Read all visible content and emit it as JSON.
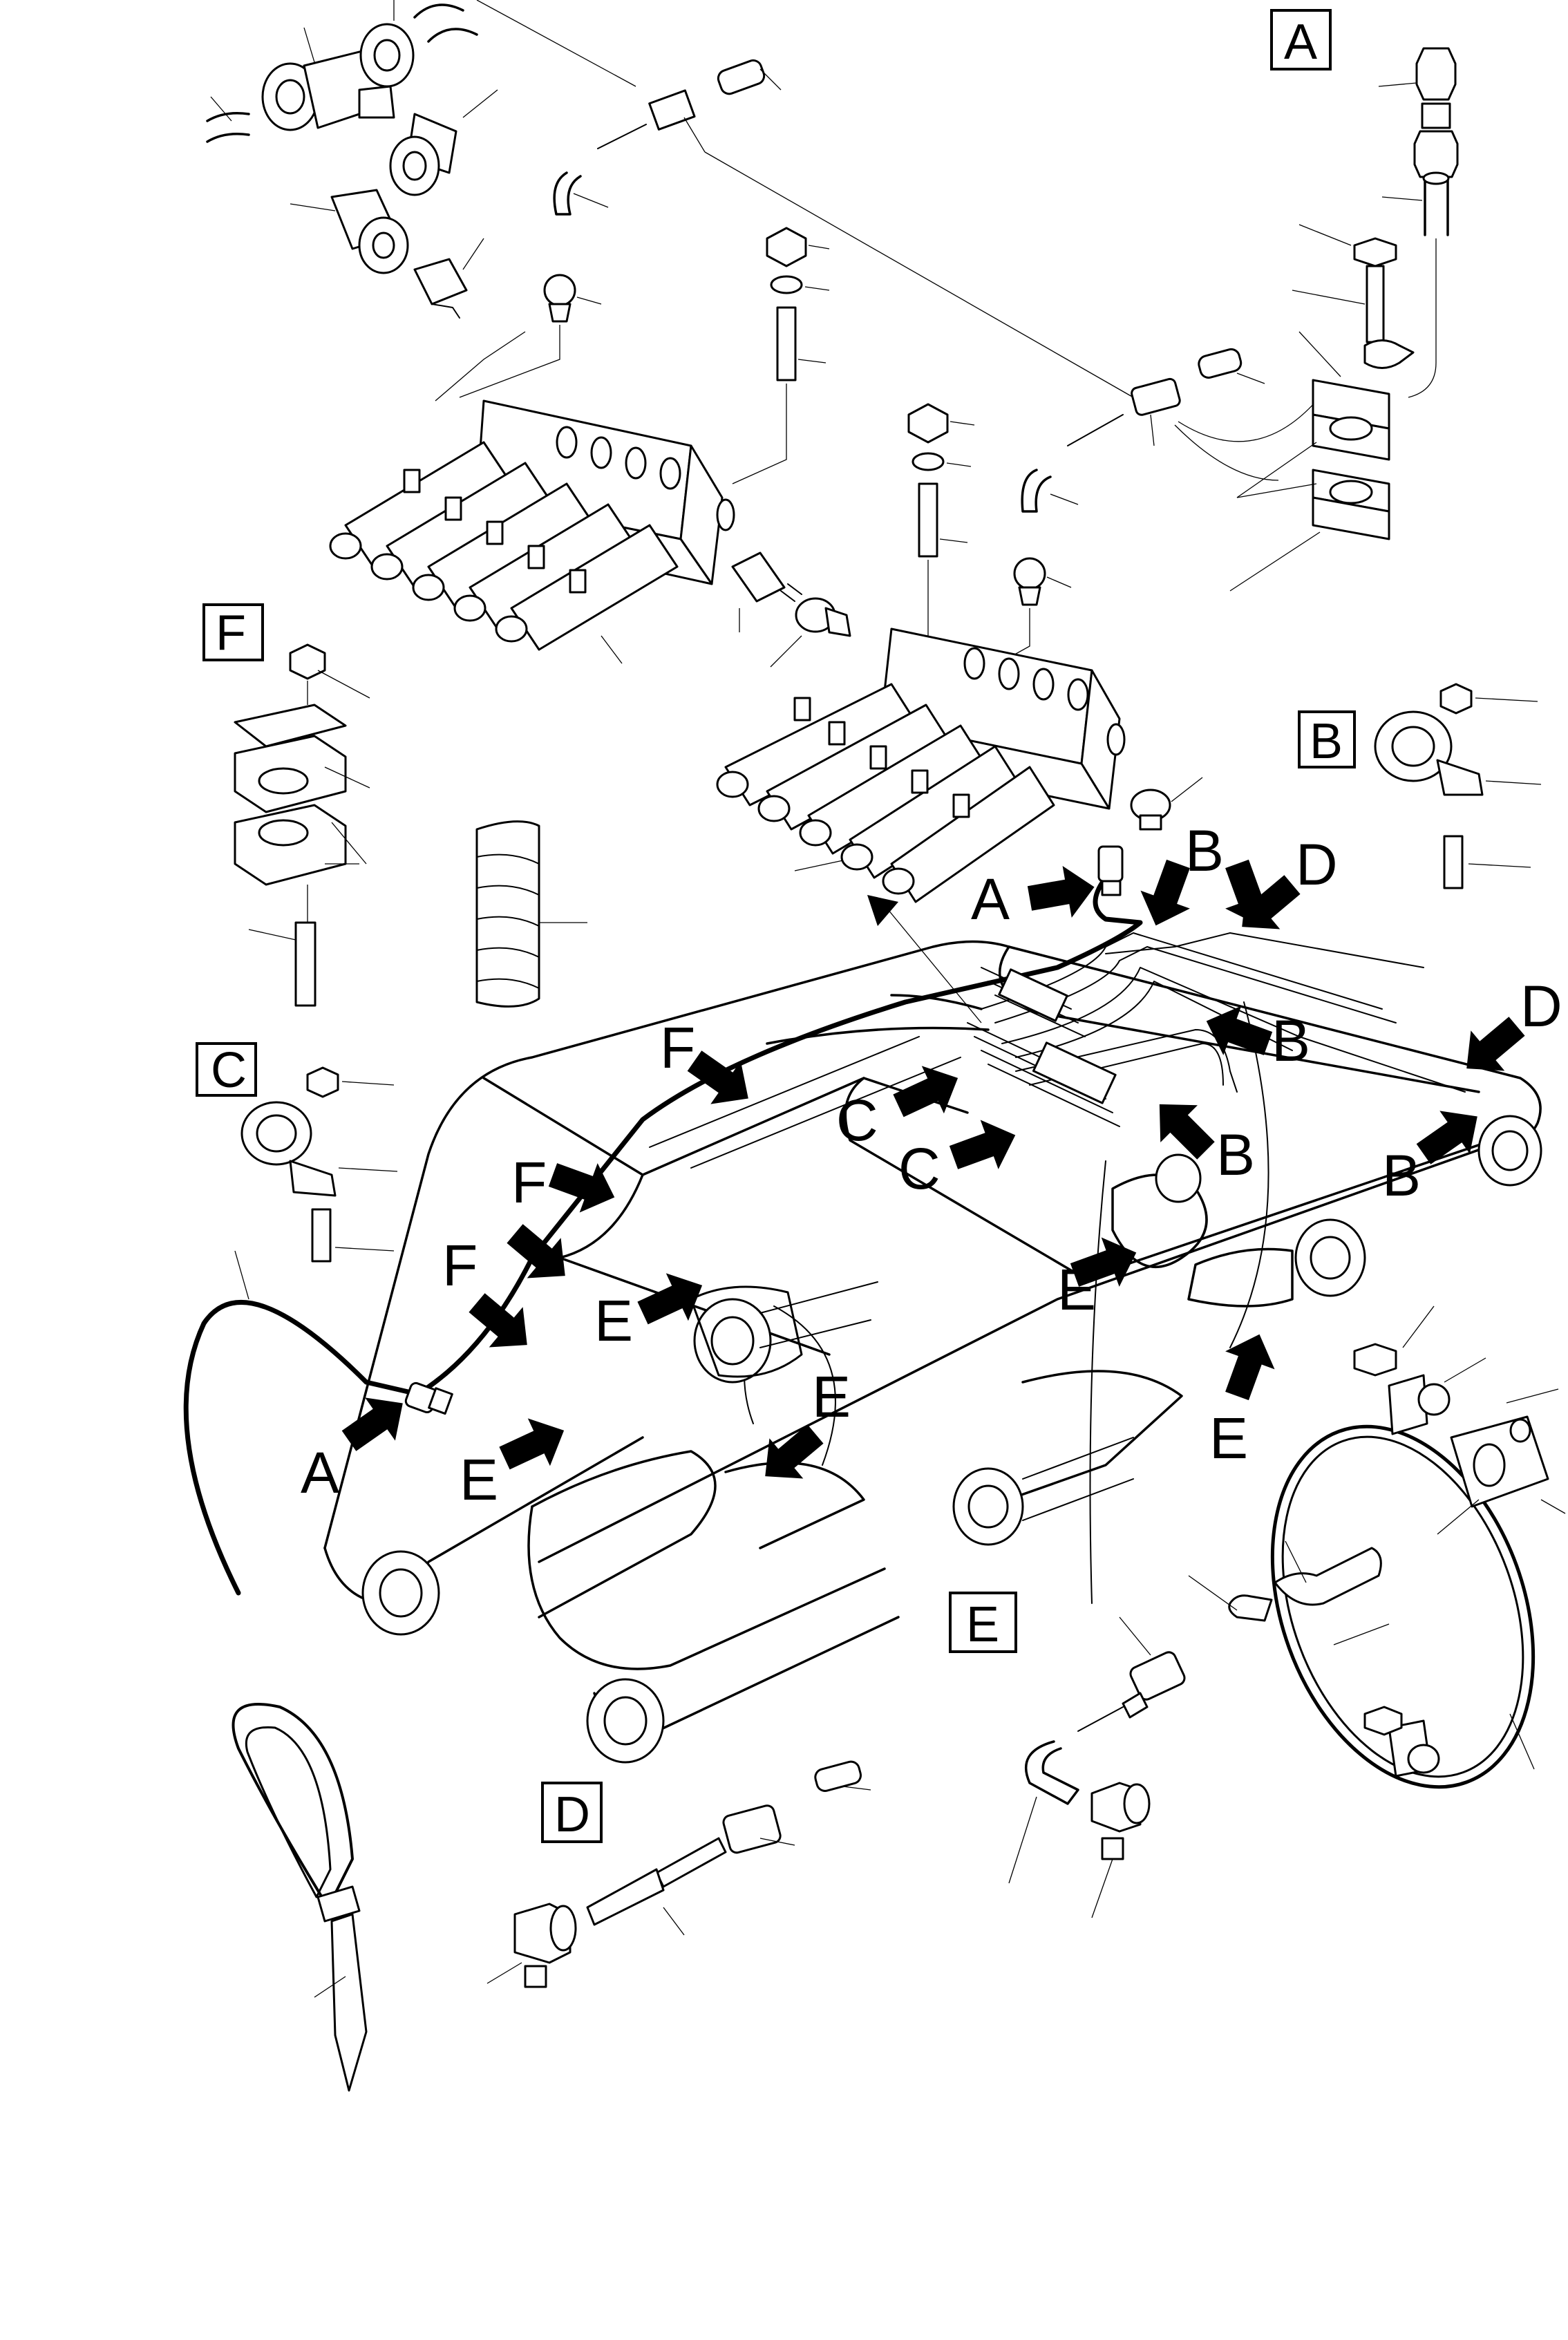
{
  "view_labels": {
    "A": "A",
    "B": "B",
    "C": "C",
    "D": "D",
    "E": "E",
    "F": "F"
  },
  "callouts": [
    {
      "id": "a1",
      "letter": "A"
    },
    {
      "id": "a2",
      "letter": "A"
    },
    {
      "id": "b1",
      "letter": "B"
    },
    {
      "id": "b2",
      "letter": "B"
    },
    {
      "id": "b3",
      "letter": "B"
    },
    {
      "id": "b4",
      "letter": "B"
    },
    {
      "id": "c1",
      "letter": "C"
    },
    {
      "id": "c2",
      "letter": "C"
    },
    {
      "id": "d1",
      "letter": "D"
    },
    {
      "id": "d2",
      "letter": "D"
    },
    {
      "id": "e1",
      "letter": "E"
    },
    {
      "id": "e2",
      "letter": "E"
    },
    {
      "id": "e3",
      "letter": "E"
    },
    {
      "id": "e4",
      "letter": "E"
    },
    {
      "id": "e5",
      "letter": "E"
    },
    {
      "id": "f1",
      "letter": "F"
    },
    {
      "id": "f2",
      "letter": "F"
    },
    {
      "id": "f3",
      "letter": "F"
    }
  ],
  "colors": {
    "ink": "#000000",
    "paper": "#ffffff"
  }
}
